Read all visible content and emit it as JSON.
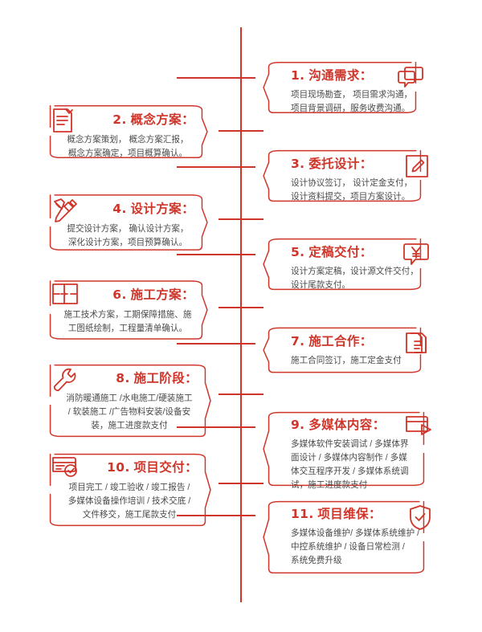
{
  "theme": {
    "accent": "#d0352a",
    "accent_dark": "#c02b22",
    "text": "#4a4a4a",
    "background": "#ffffff"
  },
  "diagram": {
    "type": "vertical-timeline",
    "orientation": "alternating",
    "step_count": 11
  },
  "steps": [
    {
      "number": "1.",
      "title": "沟通需求：",
      "desc": "项目现场勘查， 项目需求沟通，\n项目背景调研，服务收费沟通。",
      "side": "right",
      "icon": "chat-bubbles-icon"
    },
    {
      "number": "2.",
      "title": "概念方案：",
      "desc": "概念方案策划， 概念方案汇报，\n概念方案确定，项目概算确认。",
      "side": "left",
      "icon": "document-check-icon"
    },
    {
      "number": "3.",
      "title": "委托设计：",
      "desc": "设计协议签订， 设计定金支付，\n设计资料提交，项目方案设计。",
      "side": "right",
      "icon": "pencil-square-icon"
    },
    {
      "number": "4.",
      "title": "设计方案：",
      "desc": "提交设计方案， 确认设计方案，\n深化设计方案，项目预算确认。",
      "side": "left",
      "icon": "pencil-ruler-icon"
    },
    {
      "number": "5.",
      "title": "定稿交付：",
      "desc": "设计方案定稿，设计源文件交付，\n设计尾款支付。",
      "side": "right",
      "icon": "yuan-bubble-icon"
    },
    {
      "number": "6.",
      "title": "施工方案：",
      "desc": "施工技术方案，工期保障措施、施\n工图纸绘制，工程量清单确认。",
      "side": "left",
      "icon": "floor-plan-icon"
    },
    {
      "number": "7.",
      "title": "施工合作：",
      "desc": "施工合同签订，施工定金支付",
      "side": "right",
      "icon": "stacked-documents-icon"
    },
    {
      "number": "8.",
      "title": "施工阶段：",
      "desc": "消防暖通施工 /水电施工/硬装施工\n/ 软装施工 /广告物料安装/设备安\n装，施工进度款支付",
      "side": "left",
      "icon": "wrench-icon"
    },
    {
      "number": "9.",
      "title": "多媒体内容：",
      "desc": "多媒体软件安装调试 / 多媒体界\n面设计 / 多媒体内容制作 / 多媒\n体交互程序开发 / 多媒体系统调\n试，施工进度款支付",
      "side": "right",
      "icon": "media-play-icon"
    },
    {
      "number": "10.",
      "title": "项目交付：",
      "desc": "项目完工 / 竣工验收 / 竣工报告 /\n多媒体设备操作培训 / 技术交底 /\n文件移交，施工尾款支付",
      "side": "left",
      "icon": "card-check-icon"
    },
    {
      "number": "11.",
      "title": "项目维保：",
      "desc": "多媒体设备维护/ 多媒体系统维护 /\n中控系统维护 / 设备日常检测 /\n系统免费升级",
      "side": "right",
      "icon": "shield-check-icon"
    }
  ]
}
